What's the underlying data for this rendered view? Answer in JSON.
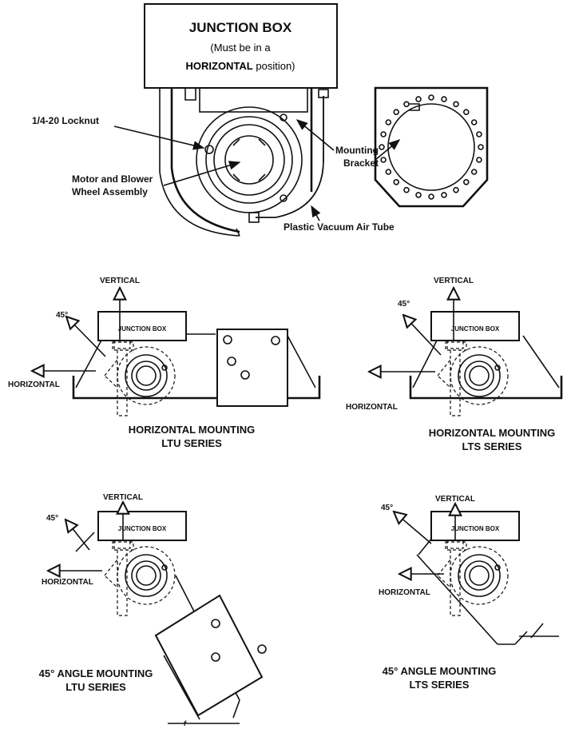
{
  "top": {
    "junction_box_title": "JUNCTION BOX",
    "junction_box_note_1": "(Must be in a",
    "junction_box_note_bold": "HORIZONTAL",
    "junction_box_note_2": " position)",
    "callouts": {
      "locknut": "1/4-20 Locknut",
      "motor_1": "Motor and Blower",
      "motor_2": "Wheel Assembly",
      "bracket_1": "Mounting",
      "bracket_2": "Bracket",
      "tube": "Plastic Vacuum Air Tube"
    }
  },
  "views": [
    {
      "vertical": "VERTICAL",
      "angle": "45°",
      "box": "JUNCTION BOX",
      "horizontal": "HORIZONTAL",
      "caption_1": "HORIZONTAL MOUNTING",
      "caption_2": "LTU SERIES"
    },
    {
      "vertical": "VERTICAL",
      "angle": "45°",
      "box": "JUNCTION BOX",
      "horizontal": "HORIZONTAL",
      "caption_1": "HORIZONTAL MOUNTING",
      "caption_2": "LTS SERIES"
    },
    {
      "vertical": "VERTICAL",
      "angle": "45°",
      "box": "JUNCTION BOX",
      "horizontal": "HORIZONTAL",
      "caption_1": "45° ANGLE MOUNTING",
      "caption_2": "LTU SERIES"
    },
    {
      "vertical": "VERTICAL",
      "angle": "45°",
      "box": "JUNCTION BOX",
      "horizontal": "HORIZONTAL",
      "caption_1": "45° ANGLE MOUNTING",
      "caption_2": "LTS SERIES"
    }
  ]
}
